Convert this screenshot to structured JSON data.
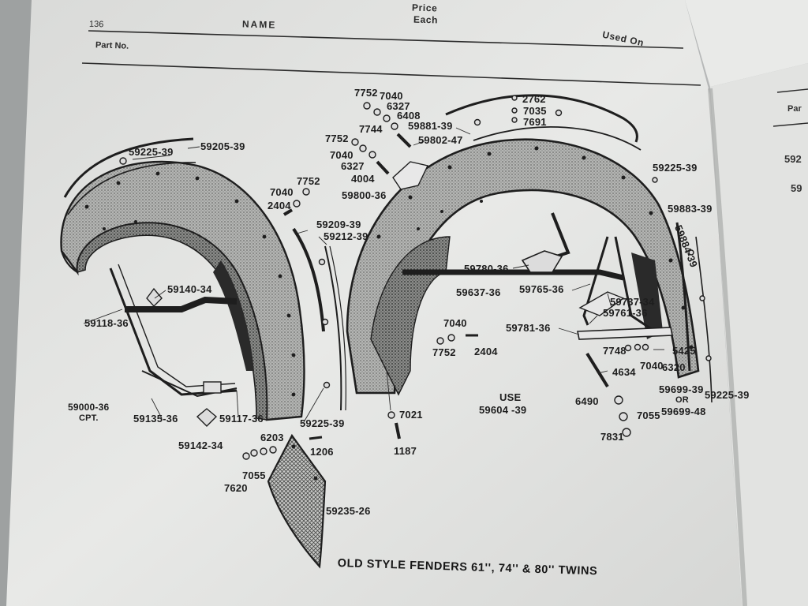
{
  "header": {
    "page_number": "136",
    "col_name": "NAME",
    "col_price_line1": "Price",
    "col_price_line2": "Each",
    "col_part_no": "Part No.",
    "col_used_on": "Used On"
  },
  "right_page": {
    "col_part_fragment": "Par",
    "row1": "592",
    "row2": "59"
  },
  "callouts": [
    {
      "text": "7752"
    },
    {
      "text": "7040"
    },
    {
      "text": "6327"
    },
    {
      "text": "6408"
    },
    {
      "text": "2762"
    },
    {
      "text": "7035"
    },
    {
      "text": "7691"
    },
    {
      "text": "7744"
    },
    {
      "text": "59881-39"
    },
    {
      "text": "7752"
    },
    {
      "text": "59802-47"
    },
    {
      "text": "7040"
    },
    {
      "text": "6327"
    },
    {
      "text": "4004"
    },
    {
      "text": "59800-36"
    },
    {
      "text": "59225-39"
    },
    {
      "text": "59205-39"
    },
    {
      "text": "7752"
    },
    {
      "text": "7040"
    },
    {
      "text": "2404"
    },
    {
      "text": "59225-39"
    },
    {
      "text": "59883-39"
    },
    {
      "text": "59884-39"
    },
    {
      "text": "59209-39"
    },
    {
      "text": "59212-39"
    },
    {
      "text": "59140-34"
    },
    {
      "text": "59118-36"
    },
    {
      "text": "59780-36"
    },
    {
      "text": "59637-36"
    },
    {
      "text": "59765-36"
    },
    {
      "text": "59737-34"
    },
    {
      "text": "59761-36"
    },
    {
      "text": "59781-36"
    },
    {
      "text": "7040"
    },
    {
      "text": "7752"
    },
    {
      "text": "2404"
    },
    {
      "text": "7748"
    },
    {
      "text": "5425"
    },
    {
      "text": "7040"
    },
    {
      "text": "6320"
    },
    {
      "text": "4634"
    },
    {
      "text": "59699-39"
    },
    {
      "text": "OR"
    },
    {
      "text": "59699-48"
    },
    {
      "text": "59225-39"
    },
    {
      "text": "USE"
    },
    {
      "text": "59604 -39"
    },
    {
      "text": "6490"
    },
    {
      "text": "7055"
    },
    {
      "text": "7831"
    },
    {
      "text": "7021"
    },
    {
      "text": "1187"
    },
    {
      "text": "59000-36"
    },
    {
      "text": "CPT."
    },
    {
      "text": "59135-36"
    },
    {
      "text": "59117-36"
    },
    {
      "text": "59225-39"
    },
    {
      "text": "59142-34"
    },
    {
      "text": "6203"
    },
    {
      "text": "1206"
    },
    {
      "text": "7055"
    },
    {
      "text": "7620"
    },
    {
      "text": "59235-26"
    }
  ],
  "caption": "OLD STYLE FENDERS 61'', 74'' & 80'' TWINS",
  "colors": {
    "paper": "#e6e7e5",
    "paper_shadow": "#c9cbca",
    "ink": "#1e1e1e",
    "fender_fill": "#9fa09e",
    "background": "#bfc1c1"
  }
}
